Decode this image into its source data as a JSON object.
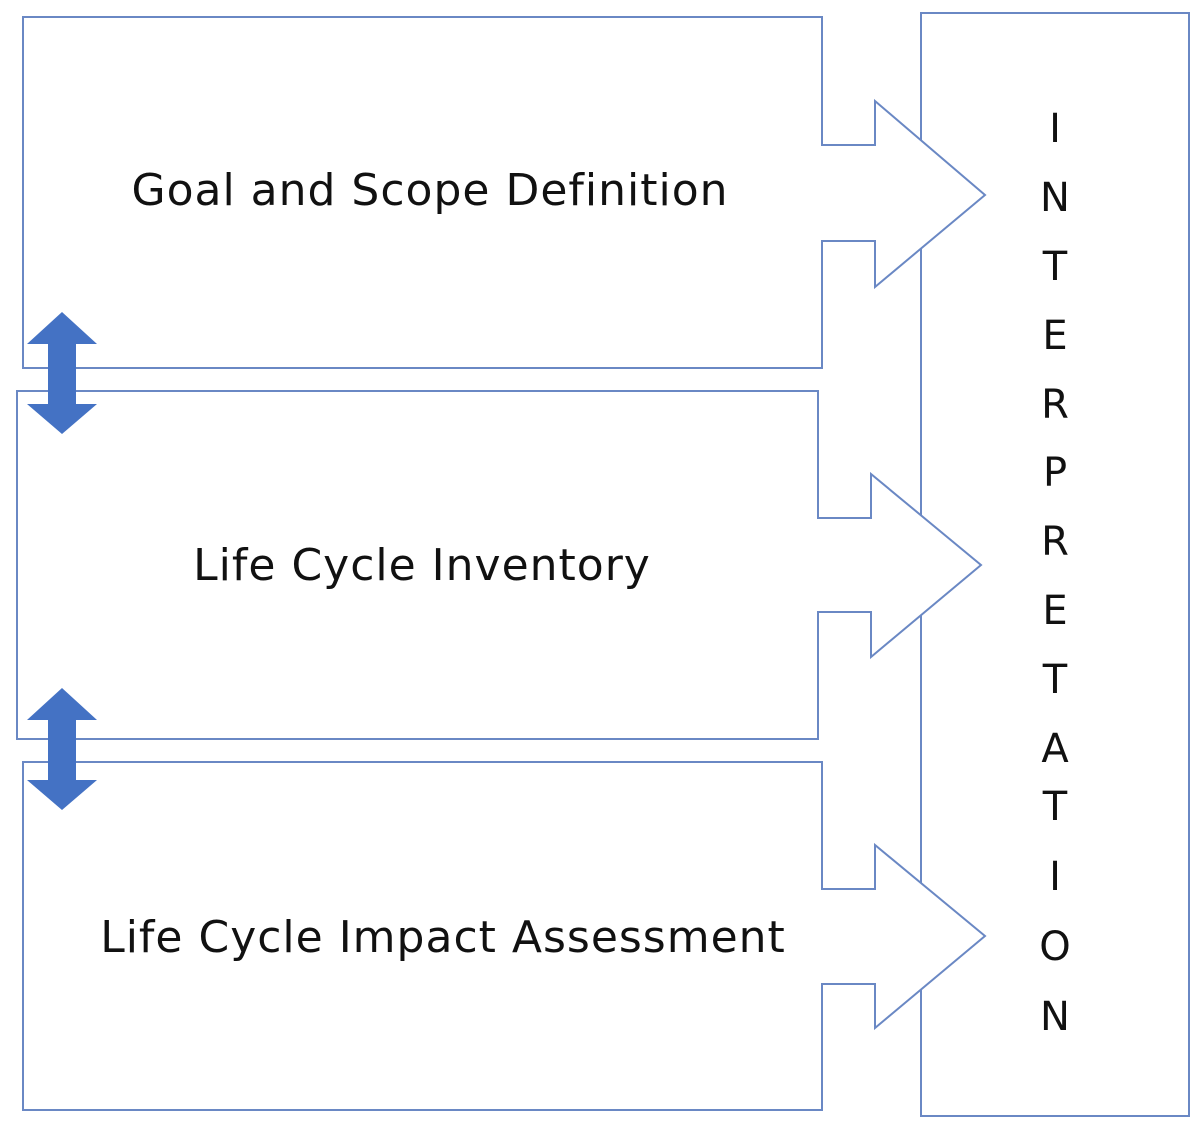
{
  "stages": [
    {
      "label": "Goal and Scope Definition"
    },
    {
      "label": "Life Cycle Inventory"
    },
    {
      "label": "Life Cycle Impact Assessment"
    }
  ],
  "interpretation": {
    "label": "INTERPRETATION",
    "letters": [
      "I",
      "N",
      "T",
      "E",
      "R",
      "P",
      "R",
      "E",
      "T",
      "A",
      "T",
      "I",
      "O",
      "N"
    ]
  },
  "colors": {
    "outline": "#6a88c4",
    "double_arrow": "#4472c4",
    "text": "#111111"
  },
  "connectors": [
    {
      "between": [
        "Goal and Scope Definition",
        "Life Cycle Inventory"
      ],
      "icon": "double-arrow-vertical-icon"
    },
    {
      "between": [
        "Life Cycle Inventory",
        "Life Cycle Impact Assessment"
      ],
      "icon": "double-arrow-vertical-icon"
    }
  ]
}
